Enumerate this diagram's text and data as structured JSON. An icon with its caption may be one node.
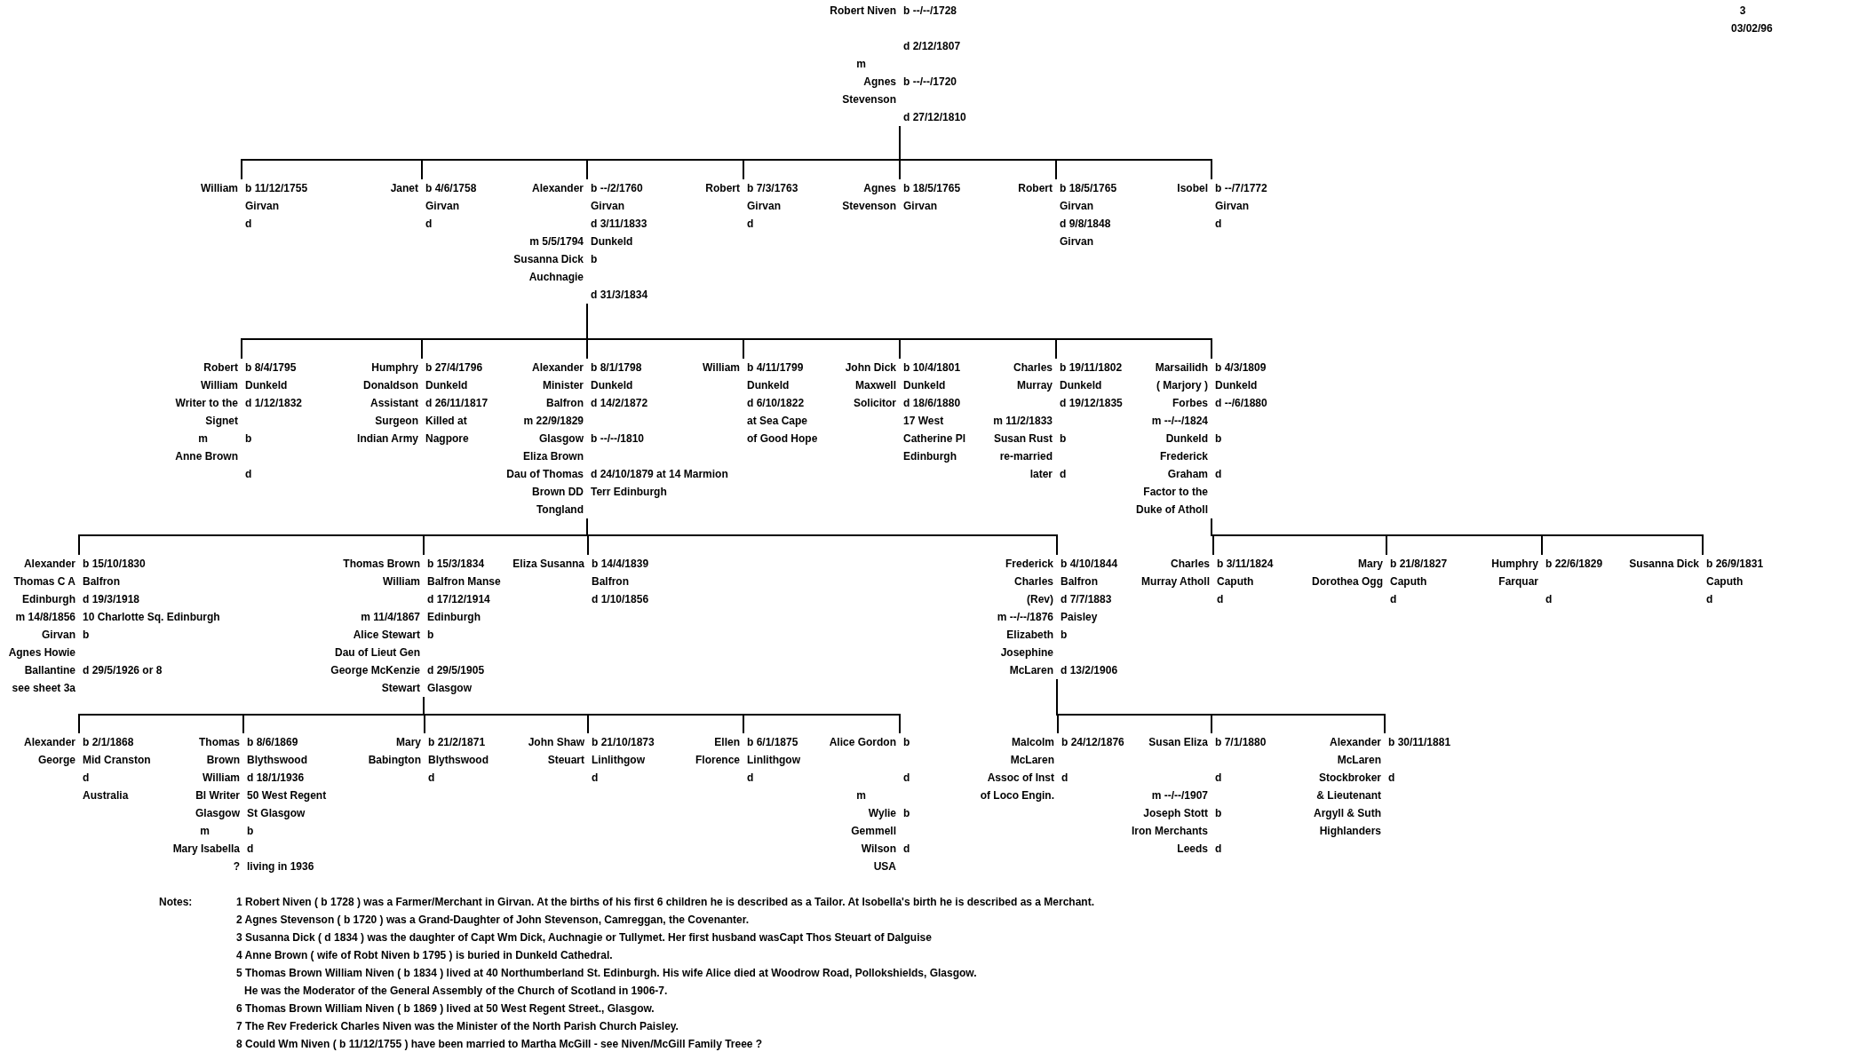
{
  "diagram": {
    "nodes": [
      {
        "text": [
          "Robert Niven",
          "b --/--/1728",
          "d 2/12/1807",
          "m",
          "Agnes Stevenson",
          "b --/--/1720",
          "d 27/12/1810"
        ]
      },
      {
        "text": [
          "William",
          "b 11/12/1755 Girvan",
          "d"
        ]
      },
      {
        "text": [
          "Janet",
          "b 4/6/1758 Girvan",
          "d"
        ]
      },
      {
        "text": [
          "Alexander",
          "b --/2/1760 Girvan",
          "m 5/5/1794",
          "d 3/11/1833 Dunkeld",
          "Susanna Dick Auchnagie",
          "b",
          "d 31/3/1834"
        ]
      },
      {
        "text": [
          "Robert",
          "b 7/3/1763 Girvan",
          "d"
        ]
      },
      {
        "text": [
          "Agnes Stevenson",
          "b 18/5/1765 Girvan"
        ]
      },
      {
        "text": [
          "Robert",
          "b 18/5/1765 Girvan",
          "d 9/8/1848 Girvan"
        ]
      },
      {
        "text": [
          "Isobel",
          "b --/7/1772 Girvan",
          "d"
        ]
      },
      {
        "text": [
          "Robert William Writer to the Signet",
          "b 8/4/1795 Dunkeld",
          "d 1/12/1832",
          "m",
          "Anne Brown",
          "b",
          "d"
        ]
      },
      {
        "text": [
          "Humphry Donaldson Assistant Surgeon Indian Army",
          "b 27/4/1796 Dunkeld",
          "d 26/11/1817 Killed at Nagpore"
        ]
      },
      {
        "text": [
          "Alexander Minister Balfron",
          "b 8/1/1798 Dunkeld",
          "d 14/2/1872",
          "m 22/9/1829 Glasgow",
          "b --/--/1810",
          "Eliza Brown",
          "Dau of Thomas Brown DD Tongland",
          "d 24/10/1879 at 14 Marmion Terr Edinburgh"
        ]
      },
      {
        "text": [
          "William",
          "b 4/11/1799 Dunkeld",
          "d 6/10/1822 at Sea Cape of Good Hope"
        ]
      },
      {
        "text": [
          "John Dick Maxwell Solicitor",
          "b 10/4/1801 Dunkeld",
          "d 18/6/1880 17 West Catherine Pl Edinburgh"
        ]
      },
      {
        "text": [
          "Charles Murray",
          "b 19/11/1802 Dunkeld",
          "d 19/12/1835",
          "m 11/2/1833",
          "Susan Rust re-married later",
          "b",
          "d"
        ]
      },
      {
        "text": [
          "Marsailidh ( Marjory ) Forbes",
          "b 4/3/1809 Dunkeld",
          "d --/6/1880",
          "m --/--/1824 Dunkeld",
          "b",
          "Frederick Graham Factor to the Duke of Atholl",
          "d"
        ]
      },
      {
        "text": [
          "Alexander Thomas C A Edinburgh",
          "b 15/10/1830 Balfron",
          "d 19/3/1918 10 Charlotte Sq. Edinburgh",
          "m 14/8/1856 Girvan",
          "b",
          "Agnes Howie Ballantine",
          "d 29/5/1926 or 8",
          "see sheet 3a"
        ]
      },
      {
        "text": [
          "Thomas Brown William",
          "b 15/3/1834 Balfron Manse",
          "m 11/4/1867",
          "d 17/12/1914 Edinburgh",
          "Alice Stewart",
          "b",
          "Dau of Lieut Gen George McKenzie Stewart",
          "d 29/5/1905 Glasgow"
        ]
      },
      {
        "text": [
          "Eliza Susanna",
          "b 14/4/1839 Balfron",
          "d 1/10/1856"
        ]
      },
      {
        "text": [
          "Frederick Charles (Rev)",
          "b 4/10/1844 Balfron",
          "m --/--/1876",
          "d 7/7/1883 Paisley",
          "Elizabeth Josephine McLaren",
          "b",
          "d 13/2/1906"
        ]
      },
      {
        "text": [
          "Charles Murray Atholl",
          "b 3/11/1824 Caputh",
          "d"
        ]
      },
      {
        "text": [
          "Mary Dorothea Ogg",
          "b 21/8/1827 Caputh",
          "d"
        ]
      },
      {
        "text": [
          "Humphry Farquar",
          "b 22/6/1829",
          "d"
        ]
      },
      {
        "text": [
          "Susanna Dick",
          "b 26/9/1831 Caputh",
          "d"
        ]
      },
      {
        "text": [
          "Alexander George",
          "b 2/1/1868 Mid Cranston",
          "d Australia"
        ]
      },
      {
        "text": [
          "Thomas Brown William Bl Writer Glasgow",
          "b 8/6/1869 Blythswood",
          "d 18/1/1936 50 West Regent St Glasgow",
          "m",
          "b",
          "Mary Isabella ?",
          "d living in 1936"
        ]
      },
      {
        "text": [
          "Mary Babington",
          "b 21/2/1871 Blythswood",
          "d"
        ]
      },
      {
        "text": [
          "John Shaw Steuart",
          "b 21/10/1873 Linlithgow",
          "d"
        ]
      },
      {
        "text": [
          "Ellen Florence",
          "b 6/1/1875 Linlithgow",
          "d"
        ]
      },
      {
        "text": [
          "Alice Gordon",
          "b",
          "d",
          "m",
          "Wylie Gemmell Wilson USA",
          "b",
          "d"
        ]
      },
      {
        "text": [
          "Malcolm McLaren Assoc of Inst of Loco Engin.",
          "b 24/12/1876",
          "d"
        ]
      },
      {
        "text": [
          "Susan Eliza",
          "b 7/1/1880",
          "d",
          "m --/--/1907",
          "Joseph Stott Iron Merchants Leeds",
          "b",
          "d"
        ]
      },
      {
        "text": [
          "Alexander McLaren Stockbroker & Lieutenant Argyll & Suth Highlanders",
          "b 30/11/1881",
          "d"
        ]
      }
    ],
    "edges": [
      {
        "from": 0,
        "to": 1,
        "arrow": "none"
      },
      {
        "from": 0,
        "to": 2,
        "arrow": "none"
      },
      {
        "from": 0,
        "to": 3,
        "arrow": "none"
      },
      {
        "from": 0,
        "to": 4,
        "arrow": "none"
      },
      {
        "from": 0,
        "to": 5,
        "arrow": "none"
      },
      {
        "from": 0,
        "to": 6,
        "arrow": "none"
      },
      {
        "from": 0,
        "to": 7,
        "arrow": "none"
      },
      {
        "from": 3,
        "to": 8,
        "arrow": "none"
      },
      {
        "from": 3,
        "to": 9,
        "arrow": "none"
      },
      {
        "from": 3,
        "to": 10,
        "arrow": "none"
      },
      {
        "from": 3,
        "to": 11,
        "arrow": "none"
      },
      {
        "from": 3,
        "to": 12,
        "arrow": "none"
      },
      {
        "from": 3,
        "to": 13,
        "arrow": "none"
      },
      {
        "from": 3,
        "to": 14,
        "arrow": "none"
      },
      {
        "from": 10,
        "to": 15,
        "arrow": "none"
      },
      {
        "from": 10,
        "to": 16,
        "arrow": "none"
      },
      {
        "from": 10,
        "to": 17,
        "arrow": "none"
      },
      {
        "from": 10,
        "to": 18,
        "arrow": "none"
      },
      {
        "from": 14,
        "to": 19,
        "arrow": "none"
      },
      {
        "from": 14,
        "to": 20,
        "arrow": "none"
      },
      {
        "from": 14,
        "to": 21,
        "arrow": "none"
      },
      {
        "from": 14,
        "to": 22,
        "arrow": "none"
      },
      {
        "from": 16,
        "to": 23,
        "arrow": "none"
      },
      {
        "from": 16,
        "to": 24,
        "arrow": "none"
      },
      {
        "from": 16,
        "to": 25,
        "arrow": "none"
      },
      {
        "from": 16,
        "to": 26,
        "arrow": "none"
      },
      {
        "from": 16,
        "to": 27,
        "arrow": "none"
      },
      {
        "from": 16,
        "to": 28,
        "arrow": "none"
      },
      {
        "from": 18,
        "to": 29,
        "arrow": "none"
      },
      {
        "from": 18,
        "to": 30,
        "arrow": "none"
      },
      {
        "from": 18,
        "to": 31,
        "arrow": "none"
      }
    ],
    "labels": [
      "3",
      "03/02/96",
      "Notes:",
      "1 Robert Niven ( b 1728 ) was a Farmer/Merchant in Girvan. At the births of his first 6 children he is described as a Tailor. At Isobella's birth he is described as a Merchant.",
      "2 Agnes Stevenson ( b 1720 ) was a Grand-Daughter of John Stevenson, Camreggan, the Covenanter.",
      "3 Susanna Dick ( d 1834 ) was the daughter of Capt Wm Dick, Auchnagie or Tullymet. Her first husband wasCapt Thos Steuart of Dalguise",
      "4 Anne Brown ( wife of Robt Niven b 1795 ) is buried in Dunkeld Cathedral.",
      "5 Thomas Brown William Niven ( b 1834 ) lived at 40 Northumberland St. Edinburgh. His wife Alice died at Woodrow Road, Pollokshields, Glasgow. He was the Moderator of the General Assembly of the Church of Scotland in 1906-7.",
      "6 Thomas Brown William Niven ( b 1869 ) lived at 50 West Regent Street., Glasgow.",
      "7 The Rev Frederick Charles Niven was the Minister of the North Parish Church Paisley.",
      "8 Could Wm Niven ( b 11/12/1755 ) have been married to Martha McGill - see Niven/McGill Family Treee ?"
    ]
  }
}
